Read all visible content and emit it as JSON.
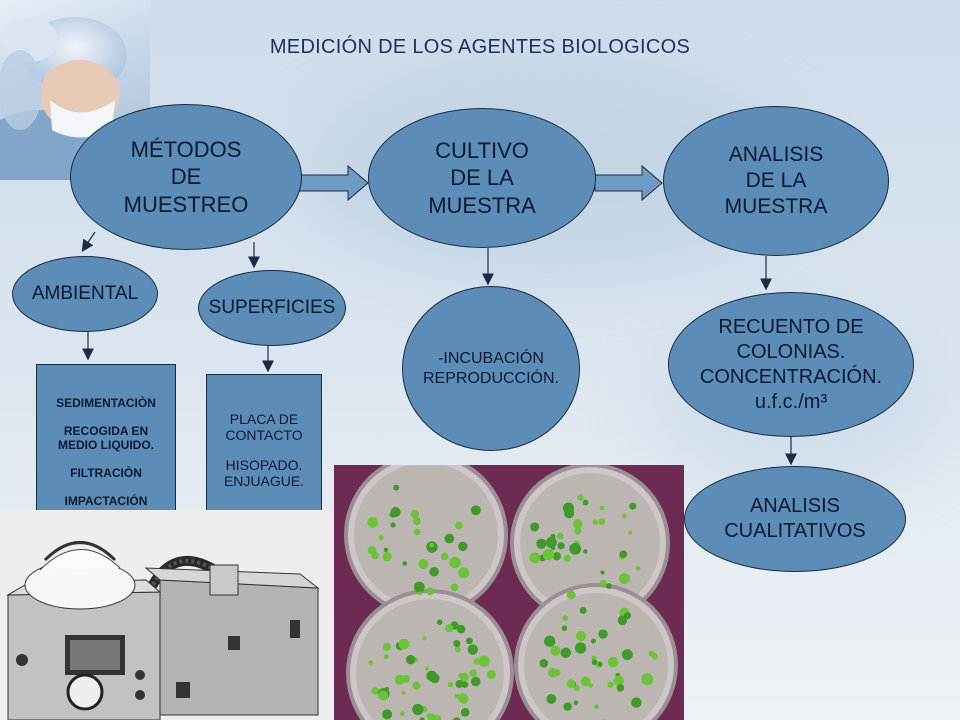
{
  "title": "MEDICIÓN DE LOS AGENTES BIOLOGICOS",
  "nodes": {
    "metodos": "MÉTODOS\nDE\nMUESTREO",
    "cultivo": "CULTIVO\nDE LA\nMUESTRA",
    "analisis": "ANALISIS\nDE LA\nMUESTRA",
    "ambiental": "AMBIENTAL",
    "superficies": "SUPERFICIES",
    "incubacion": "-INCUBACIÓN\nREPRODUCCIÓN.",
    "recuento": "RECUENTO DE\nCOLONIAS.\nCONCENTRACIÓN.\nu.f.c./m³",
    "cualitativos": "ANALISIS\nCUALITATIVOS"
  },
  "ambiental_methods": [
    "SEDIMENTACIÒN",
    "RECOGIDA EN\nMEDIO LIQUIDO.",
    "FILTRACIÒN",
    "IMPACTACIÓN"
  ],
  "superficies_methods": [
    "PLACA DE\nCONTACTO",
    "HISOPADO.\nENJUAGUE."
  ],
  "colors": {
    "node_fill": "#5b8db8",
    "node_border": "#1e2a44",
    "title": "#1f3060",
    "arrow_fill": "#6e9ac4"
  }
}
